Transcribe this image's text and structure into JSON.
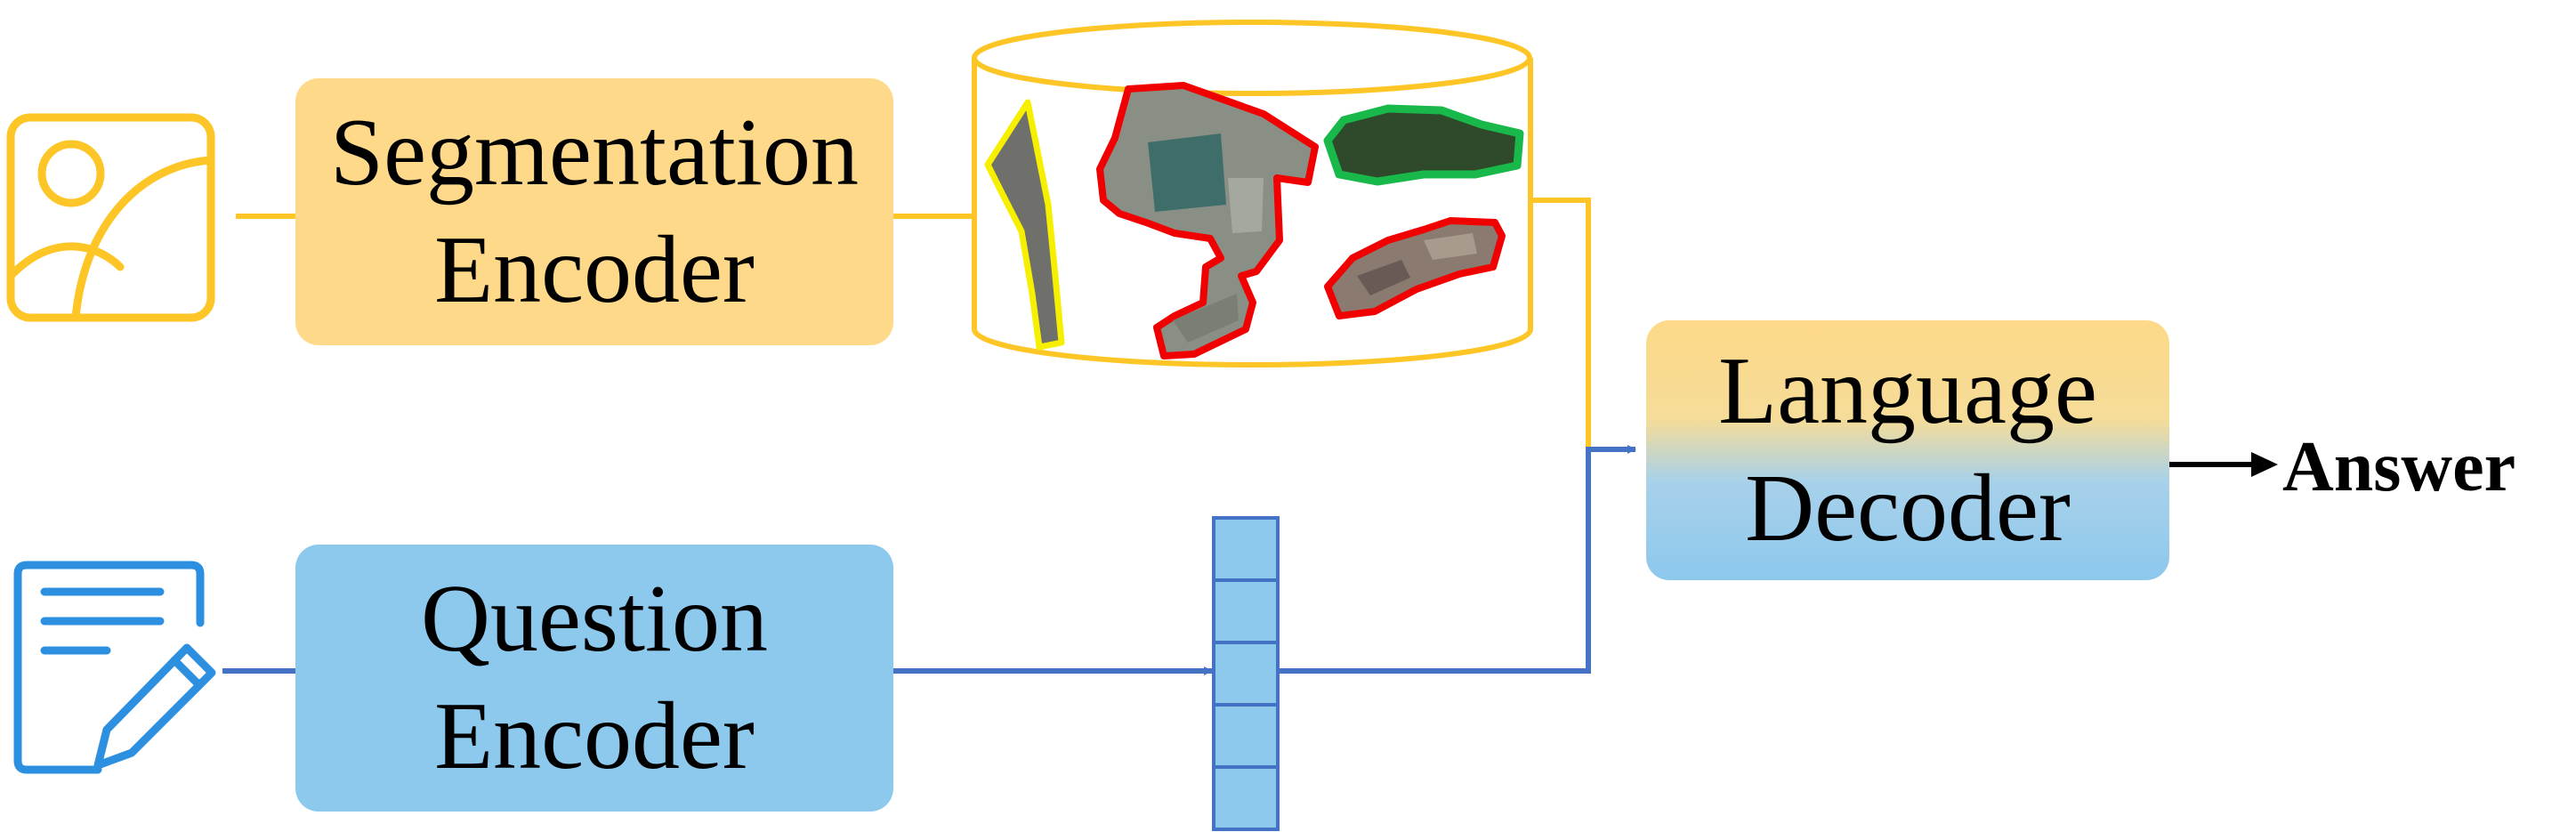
{
  "segmentation_encoder": {
    "line1": "Segmentation",
    "line2": "Encoder"
  },
  "question_encoder": {
    "line1": "Question",
    "line2": "Encoder"
  },
  "language_decoder": {
    "line1": "Language",
    "line2": "Decoder"
  },
  "output": {
    "label": "Answer"
  },
  "icons": {
    "image": "image-icon",
    "question": "edit-document-icon",
    "database": "database-cylinder-icon",
    "vector": "feature-vector-icon"
  },
  "colors": {
    "yellow": "#fdc525",
    "yellow_fill": "#fed989",
    "blue": "#4472c4",
    "blue_fill": "#8dc8ed",
    "icon_blue": "#2d8fe0",
    "mask_red": "#f00000",
    "mask_green": "#18b84a",
    "mask_yellow": "#f6f000"
  }
}
